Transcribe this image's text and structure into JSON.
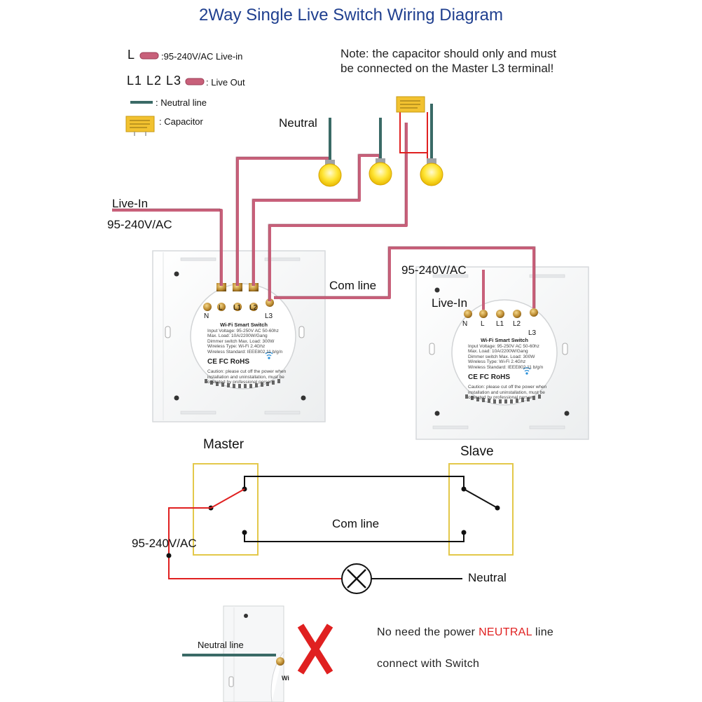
{
  "title": "2Way Single Live Switch Wiring Diagram",
  "note": {
    "line1": "Note: the capacitor should only and must",
    "line2": "be connected on the Master L3 terminal!"
  },
  "legend": {
    "l_label": "L",
    "l_text": ":95-240V/AC Live-in",
    "out_label": "L1 L2 L3",
    "out_text": ": Live Out",
    "neutral_text": ": Neutral line",
    "capacitor_text": ": Capacitor"
  },
  "labels": {
    "neutral_top": "Neutral",
    "live_in_left": "Live-In",
    "voltage_left": "95-240V/AC",
    "com_line_top": "Com line",
    "voltage_right": "95-240V/AC",
    "live_in_right": "Live-In"
  },
  "switch_module": {
    "terminals": [
      "N",
      "L",
      "L1",
      "L2",
      "L3"
    ],
    "product": "Wi-Fi Smart Switch",
    "specs": [
      "Input Voltage: 95-250V AC 50-60hz",
      "Max. Load: 10A/2200W/Gang",
      "Dimmer switch Max. Load: 300W",
      "Wireless Type: Wi-Fi 2.4Ghz",
      "Wireless Standard: IEEE802.11 b/g/n"
    ],
    "certs": "CE FC RoHS",
    "caution": [
      "Caution: please cut off the power when",
      "installation and uninstallation, must be",
      "operated by professional person"
    ]
  },
  "schematic": {
    "master": "Master",
    "slave": "Slave",
    "com_line": "Com line",
    "voltage": "95-240V/AC",
    "neutral": "Neutral"
  },
  "bottom": {
    "neutral_line": "Neutral line",
    "no_need_prefix": "No need the power ",
    "no_need_highlight": "NEUTRAL",
    "no_need_suffix": " line",
    "connect_with": "connect with Switch",
    "partial_label": "Wi"
  },
  "colors": {
    "title": "#1f3f8f",
    "live_wire": "#c8607a",
    "neutral_wire": "#3a6a66",
    "capacitor": "#f2c230",
    "schematic_red": "#e02020",
    "box_yellow": "#e3c84a"
  }
}
